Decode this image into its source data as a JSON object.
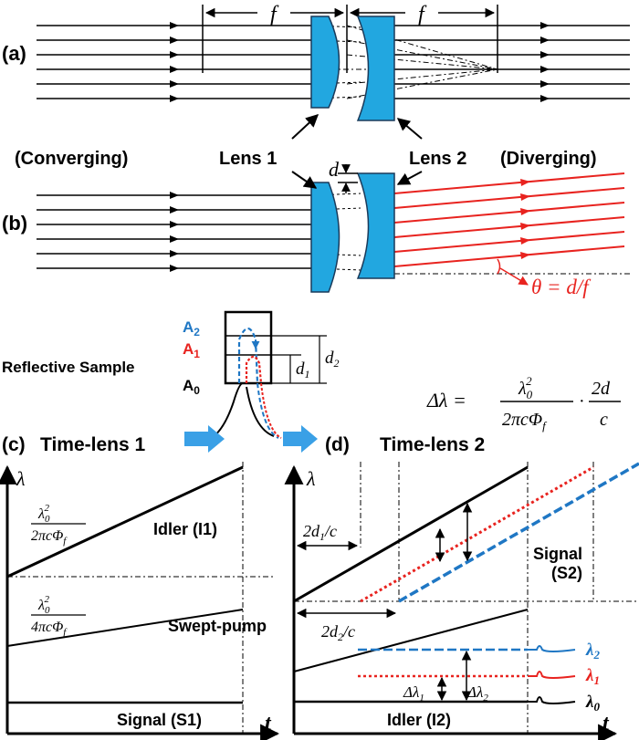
{
  "panel_a": {
    "label": "(a)",
    "focal_label": "f",
    "converging": "(Converging)",
    "lens1": "Lens 1",
    "lens2": "Lens 2",
    "diverging": "(Diverging)"
  },
  "panel_b": {
    "label": "(b)",
    "offset_label": "d",
    "angle_label": "θ = d/f"
  },
  "sample": {
    "title": "Reflective Sample",
    "a2": "A",
    "a2_sub": "2",
    "a1": "A",
    "a1_sub": "1",
    "a0": "A",
    "a0_sub": "0",
    "d1": "d",
    "d1_sub": "1",
    "d2": "d",
    "d2_sub": "2"
  },
  "equation": {
    "lhs": "Δλ =",
    "num1": "λ",
    "num1_sub": "0",
    "num1_sup": "2",
    "den1": "2πcΦ",
    "den1_sub": "f",
    "dot": "·",
    "num2": "2d",
    "den2": "c"
  },
  "panel_c": {
    "label": "(c)",
    "title": "Time-lens 1",
    "y_axis": "λ",
    "x_axis": "t",
    "idler": "Idler (I1)",
    "pump": "Swept-pump",
    "signal": "Signal (S1)",
    "slope1_num": "λ",
    "slope1_num_sub": "0",
    "slope1_num_sup": "2",
    "slope1_den": "2πcΦ",
    "slope1_den_sub": "f",
    "slope2_num": "λ",
    "slope2_num_sub": "0",
    "slope2_num_sup": "2",
    "slope2_den": "4πcΦ",
    "slope2_den_sub": "f"
  },
  "panel_d": {
    "label": "(d)",
    "title": "Time-lens 2",
    "y_axis": "λ",
    "x_axis": "t",
    "delay1": "2d",
    "delay1_sub": "1",
    "delay1_rest": "/c",
    "delay2": "2d",
    "delay2_sub": "2",
    "delay2_rest": "/c",
    "signal_line1": "(S2)",
    "signal_line2": "Signal",
    "idler": "Idler (I2)",
    "dl1": "Δλ",
    "dl1_sub": "1",
    "dl2": "Δλ",
    "dl2_sub": "2",
    "lam2": "λ",
    "lam2_sub": "2",
    "lam1": "λ",
    "lam1_sub": "1",
    "lam0": "λ",
    "lam0_sub": "0"
  },
  "colors": {
    "lens_fill": "#22a7e0",
    "red": "#e8231f",
    "blue": "#1f77c4",
    "arrow_fill": "#3aa0e6"
  }
}
